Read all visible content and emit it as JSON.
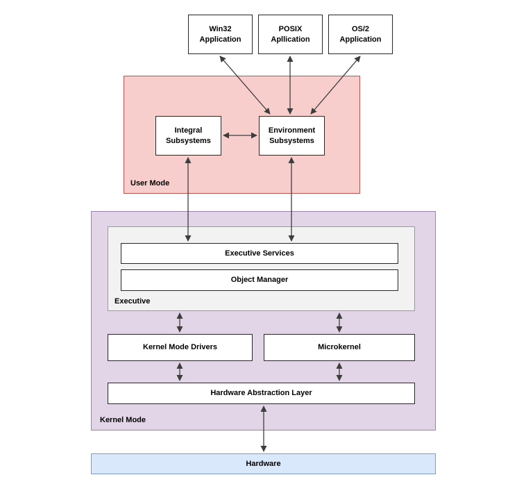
{
  "colors": {
    "user-fill": "#f8cecc",
    "user-border": "#b85450",
    "kernel-fill": "#e1d5e7",
    "kernel-border": "#9b82ab",
    "exec-fill": "#f2f2f2",
    "exec-border": "#999999",
    "hw-fill": "#dae8fc",
    "hw-border": "#7f9cc7",
    "box-border": "#262626",
    "arrow": "#3d3d3d"
  },
  "applications": [
    {
      "label": "Win32\nApplication"
    },
    {
      "label": "POSIX\nApllication"
    },
    {
      "label": "OS/2\nApplication"
    }
  ],
  "user_mode": {
    "label": "User Mode",
    "integral": "Integral\nSubsystems",
    "environment": "Environment\nSubsystems"
  },
  "kernel_mode": {
    "label": "Kernel Mode",
    "executive_label": "Executive",
    "executive_services": "Executive Services",
    "object_manager": "Object Manager",
    "kernel_mode_drivers": "Kernel Mode Drivers",
    "microkernel": "Microkernel",
    "hal": "Hardware Abstraction Layer"
  },
  "hardware": {
    "label": "Hardware"
  }
}
